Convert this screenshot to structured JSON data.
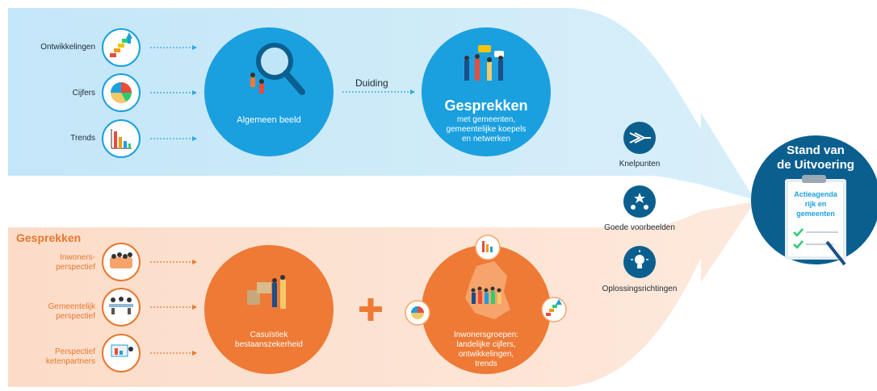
{
  "colors": {
    "flow_blue": "#cdeaf8",
    "flow_peach": "#fde3d2",
    "circle_blue": "#1aa0df",
    "circle_orange": "#ee7a35",
    "dark_blue": "#0b5f8f",
    "orange_text": "#e8772e",
    "arrow_blue": "#29a9e1",
    "arrow_orange": "#e8772e"
  },
  "top_flow": {
    "inputs": [
      {
        "label": "Ontwikkelingen",
        "icon": "staircase-growth-icon"
      },
      {
        "label": "Cijfers",
        "icon": "pie-chart-icon"
      },
      {
        "label": "Trends",
        "icon": "bar-chart-icon"
      }
    ],
    "main_circle": {
      "label": "Algemeen beeld",
      "icon": "magnifying-glass-people-icon"
    },
    "connector_label": "Duiding",
    "talk_circle": {
      "title": "Gesprekken",
      "subtitle_lines": [
        "met gemeenten,",
        "gemeentelijke koepels",
        "en netwerken"
      ],
      "icon": "group-conversation-icon"
    }
  },
  "bottom_flow": {
    "heading": "Gesprekken",
    "inputs": [
      {
        "label_lines": [
          "Inwoners-",
          "perspectief"
        ],
        "icon": "citizens-group-icon"
      },
      {
        "label_lines": [
          "Gemeentelijk",
          "perspectief"
        ],
        "icon": "municipal-meeting-icon"
      },
      {
        "label_lines": [
          "Perspectief",
          "ketenpartners"
        ],
        "icon": "chain-partners-presentation-icon"
      }
    ],
    "case_circle": {
      "label_lines": [
        "Casuïstiek",
        "bestaanszekerheid"
      ],
      "icon": "people-moving-boxes-icon"
    },
    "plus_symbol": "+",
    "groups_circle": {
      "label_lines": [
        "Inwonersgroepen:",
        "landelijke cijfers,",
        "ontwikkelingen,",
        "trends"
      ],
      "icon": "netherlands-map-people-icon"
    }
  },
  "middle_badges": [
    {
      "label": "Knelpunten",
      "icon": "funnel-arrows-icon"
    },
    {
      "label": "Goede voorbeelden",
      "icon": "stars-icon"
    },
    {
      "label": "Oplossingsrichtingen",
      "icon": "lightbulb-icon"
    }
  ],
  "result": {
    "title_lines": [
      "Stand van",
      "de Uitvoering"
    ],
    "clipboard_lines": [
      "Actieagenda",
      "rijk en",
      "gemeenten"
    ],
    "icon": "clipboard-checklist-icon"
  }
}
